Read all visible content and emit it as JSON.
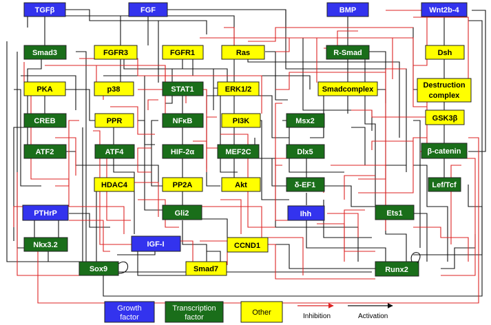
{
  "colors": {
    "growth_factor": "#3333ee",
    "transcription_factor": "#1a6e1a",
    "other": "#ffff00",
    "inhibition": "#dd2222",
    "activation": "#111111"
  },
  "nodes": {
    "tgfb": "TGFβ",
    "fgf": "FGF",
    "bmp": "BMP",
    "wnt": "Wnt2b-4",
    "smad3": "Smad3",
    "fgfr3": "FGFR3",
    "fgfr1": "FGFR1",
    "ras": "Ras",
    "rsmad": "R-Smad",
    "dsh": "Dsh",
    "pka": "PKA",
    "p38": "p38",
    "stat1": "STAT1",
    "erk": "ERK1/2",
    "smadcomplex": "Smadcomplex",
    "destruction_1": "Destruction",
    "destruction_2": "complex",
    "creb": "CREB",
    "ppr": "PPR",
    "nfkb": "NFκB",
    "pi3k": "PI3K",
    "msx2": "Msx2",
    "gsk3b": "GSK3β",
    "atf2": "ATF2",
    "atf4": "ATF4",
    "hif2a": "HIF-2α",
    "mef2c": "MEF2C",
    "dlx5": "Dlx5",
    "bcatenin": "β-catenin",
    "hdac4": "HDAC4",
    "pp2a": "PP2A",
    "akt": "Akt",
    "def1": "δ-EF1",
    "leftcf": "Lef/Tcf",
    "pthrp": "PTHrP",
    "gli2": "Gli2",
    "ihh": "Ihh",
    "ets1": "Ets1",
    "nkx32": "Nkx3.2",
    "igf1": "IGF-I",
    "ccnd1": "CCND1",
    "sox9": "Sox9",
    "smad7": "Smad7",
    "runx2": "Runx2"
  },
  "legend": {
    "growth_1": "Growth",
    "growth_2": "factor",
    "tf_1": "Transcription",
    "tf_2": "factor",
    "other": "Other",
    "inhibition": "Inhibition",
    "activation": "Activation"
  }
}
